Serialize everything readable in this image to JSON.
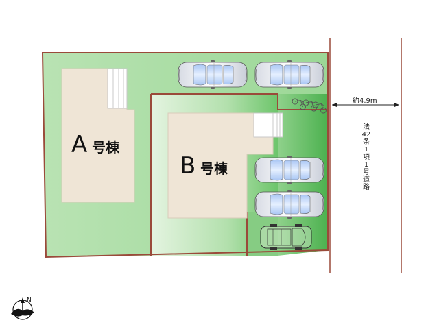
{
  "buildings": [
    {
      "letter": "A",
      "suffix": "号棟"
    },
    {
      "letter": "B",
      "suffix": "号棟"
    }
  ],
  "road": {
    "distance_label": "約4.9m",
    "chars": [
      "法",
      "42",
      "条",
      "1",
      "項",
      "1",
      "号",
      "道",
      "路"
    ]
  },
  "compass": {
    "north_label": "N"
  },
  "parking": {
    "cars_shown": 4,
    "compact_car_shown": 1,
    "bicycles_shown": 3
  },
  "colors": {
    "lot_green": "#8fd18b",
    "lot_green_light": "#d9f0d5",
    "building_fill": "#efe5d6",
    "boundary": "#9a4a3a"
  }
}
